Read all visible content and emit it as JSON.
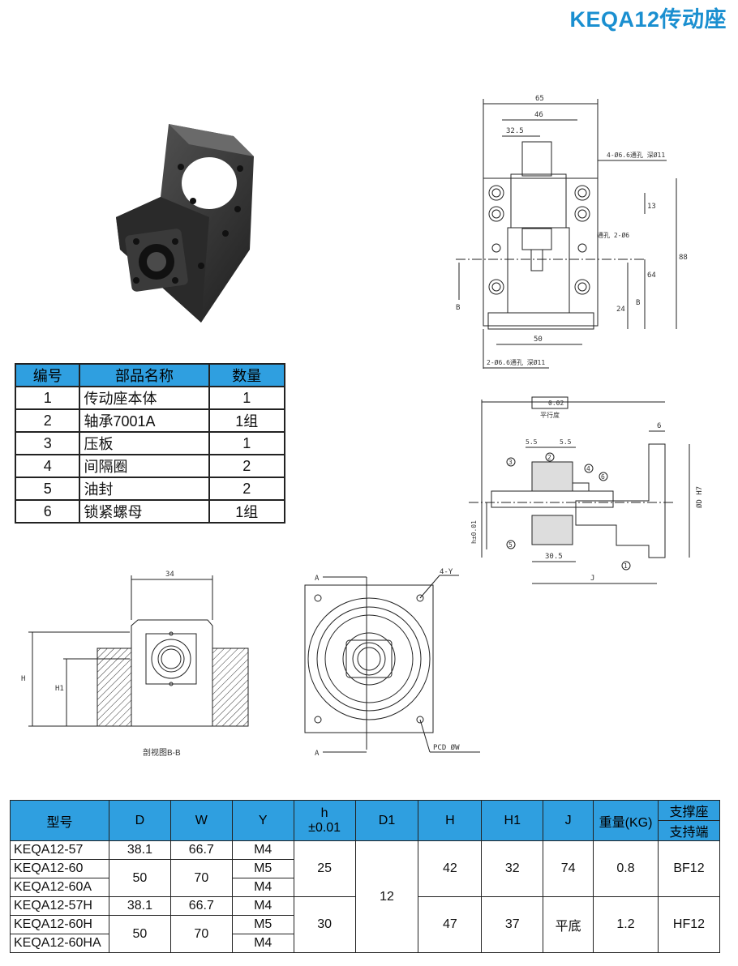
{
  "title": "KEQA12传动座",
  "drawing_top": {
    "dim_65": "65",
    "dim_46": "46",
    "dim_32_5": "32.5",
    "dim_13": "13",
    "dim_88": "88",
    "dim_64": "64",
    "dim_24": "24",
    "dim_50": "50",
    "hole_top": "4-Ø6.6通孔 深Ø11",
    "hole_mid": "通孔 2-Ø6",
    "hole_bottom": "2-Ø6.6通孔 深Ø11",
    "section_b_left": "B",
    "section_b_right": "B"
  },
  "drawing_side": {
    "tol": "0.02",
    "tol_note": "平行度",
    "dim_5_5_a": "5.5",
    "dim_5_5_b": "5.5",
    "dim_6": "6",
    "dim_30_5": "30.5",
    "dim_J": "J",
    "dim_h": "h±0.01",
    "dim_D": "ØD H7",
    "c1": "1",
    "c2": "2",
    "c3": "3",
    "c4": "4",
    "c5": "5",
    "c6": "6"
  },
  "drawing_section": {
    "dim_34": "34",
    "dim_H": "H",
    "dim_H1": "H1",
    "caption": "剖视图B-B"
  },
  "drawing_flange": {
    "label_A_top": "A",
    "label_A_bottom": "A",
    "label_4Y": "4-Y",
    "label_pcd": "PCD ØW"
  },
  "parts_table": {
    "headers": [
      "编号",
      "部品名称",
      "数量"
    ],
    "rows": [
      [
        "1",
        "传动座本体",
        "1"
      ],
      [
        "2",
        "轴承7001A",
        "1组"
      ],
      [
        "3",
        "压板",
        "1"
      ],
      [
        "4",
        "间隔圈",
        "2"
      ],
      [
        "5",
        "油封",
        "2"
      ],
      [
        "6",
        "锁紧螺母",
        "1组"
      ]
    ]
  },
  "spec_table": {
    "headers": {
      "model": "型号",
      "D": "D",
      "W": "W",
      "Y": "Y",
      "h": "h",
      "h_tol": "±0.01",
      "D1": "D1",
      "H": "H",
      "H1": "H1",
      "J": "J",
      "weight": "重量(KG)",
      "support_top": "支撑座",
      "support_bottom": "支持端"
    },
    "models": [
      "KEQA12-57",
      "KEQA12-60",
      "KEQA12-60A",
      "KEQA12-57H",
      "KEQA12-60H",
      "KEQA12-60HA"
    ],
    "D": [
      "38.1",
      "50",
      "38.1",
      "50"
    ],
    "W": [
      "66.7",
      "70",
      "66.7",
      "70"
    ],
    "Y": [
      "M4",
      "M5",
      "M4",
      "M4",
      "M5",
      "M4"
    ],
    "h": [
      "25",
      "30"
    ],
    "D1": "12",
    "H": [
      "42",
      "47"
    ],
    "H1": [
      "32",
      "37"
    ],
    "J": [
      "74",
      "平底"
    ],
    "weight": [
      "0.8",
      "1.2"
    ],
    "support": [
      "BF12",
      "HF12"
    ]
  },
  "colors": {
    "title": "#1a8fd0",
    "table_header": "#2f9fe0"
  }
}
